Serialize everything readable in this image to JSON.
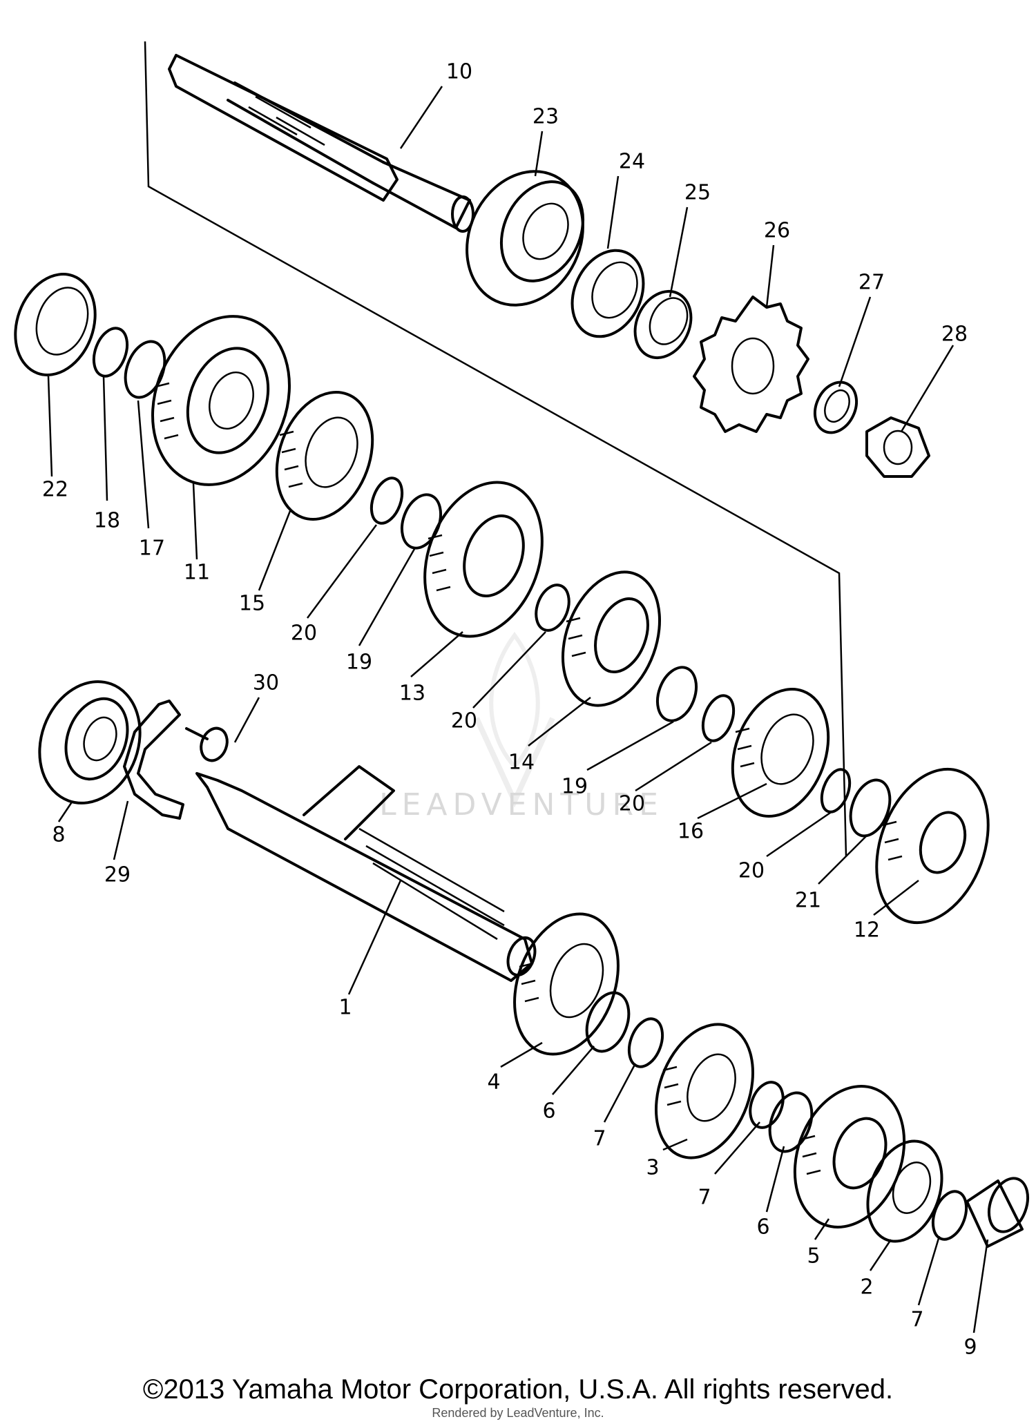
{
  "watermark": {
    "text": "LEADVENTURE",
    "icon": "leadventure-flame-logo"
  },
  "footer": {
    "copyright": "©2013 Yamaha Motor Corporation, U.S.A. All rights reserved.",
    "rendered_by": "Rendered by LeadVenture, Inc."
  },
  "callouts": [
    {
      "id": "c1",
      "label": "1"
    },
    {
      "id": "c2",
      "label": "2"
    },
    {
      "id": "c3",
      "label": "3"
    },
    {
      "id": "c4",
      "label": "4"
    },
    {
      "id": "c5",
      "label": "5"
    },
    {
      "id": "c6a",
      "label": "6"
    },
    {
      "id": "c6b",
      "label": "6"
    },
    {
      "id": "c7a",
      "label": "7"
    },
    {
      "id": "c7b",
      "label": "7"
    },
    {
      "id": "c7c",
      "label": "7"
    },
    {
      "id": "c8",
      "label": "8"
    },
    {
      "id": "c9",
      "label": "9"
    },
    {
      "id": "c10",
      "label": "10"
    },
    {
      "id": "c11",
      "label": "11"
    },
    {
      "id": "c12",
      "label": "12"
    },
    {
      "id": "c13",
      "label": "13"
    },
    {
      "id": "c14",
      "label": "14"
    },
    {
      "id": "c15",
      "label": "15"
    },
    {
      "id": "c16",
      "label": "16"
    },
    {
      "id": "c17",
      "label": "17"
    },
    {
      "id": "c18",
      "label": "18"
    },
    {
      "id": "c19a",
      "label": "19"
    },
    {
      "id": "c19b",
      "label": "19"
    },
    {
      "id": "c20a",
      "label": "20"
    },
    {
      "id": "c20b",
      "label": "20"
    },
    {
      "id": "c20c",
      "label": "20"
    },
    {
      "id": "c20d",
      "label": "20"
    },
    {
      "id": "c21",
      "label": "21"
    },
    {
      "id": "c22",
      "label": "22"
    },
    {
      "id": "c23",
      "label": "23"
    },
    {
      "id": "c24",
      "label": "24"
    },
    {
      "id": "c25",
      "label": "25"
    },
    {
      "id": "c26",
      "label": "26"
    },
    {
      "id": "c27",
      "label": "27"
    },
    {
      "id": "c28",
      "label": "28"
    },
    {
      "id": "c29",
      "label": "29"
    },
    {
      "id": "c30",
      "label": "30"
    }
  ]
}
